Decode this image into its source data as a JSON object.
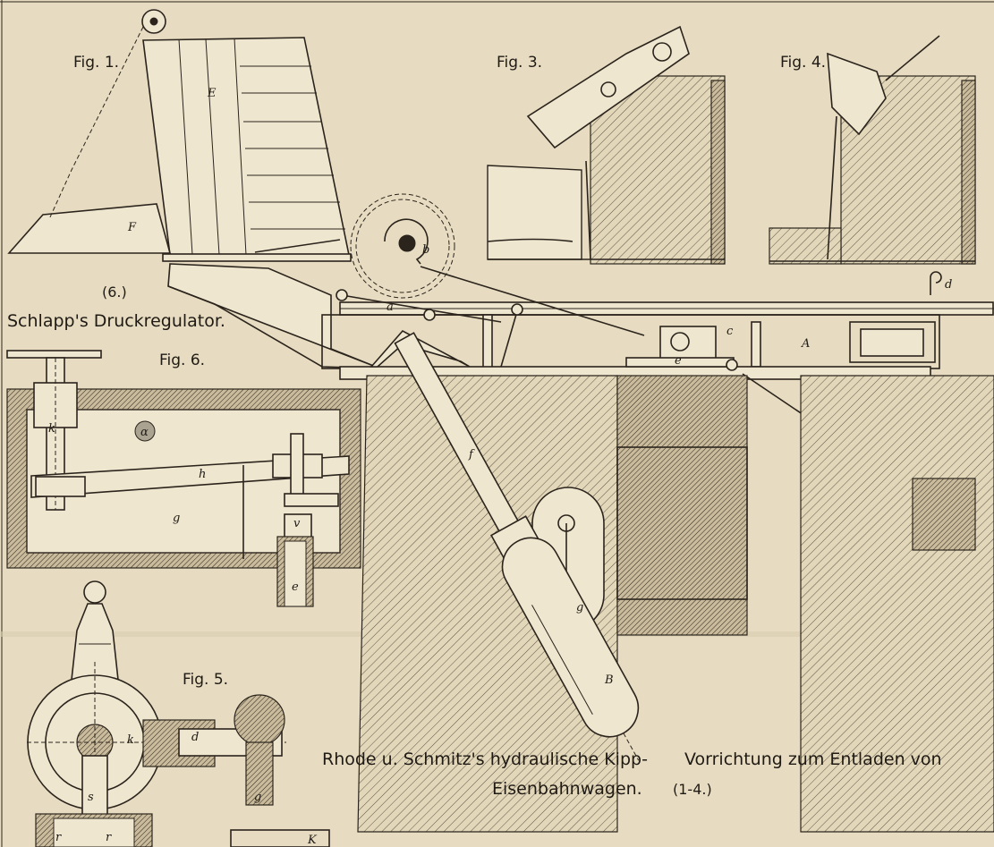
{
  "plate": {
    "titles": {
      "druckregulator": "Schlapp's Druckregulator.",
      "kipp_line1_left": "Rhode u. Schmitz's hydraulische Kipp-",
      "kipp_line1_right": "Vorrichtung zum Entladen von",
      "kipp_line2": "Eisenbahnwagen."
    },
    "references": {
      "fig6_ref": "(6.)",
      "fig1_4_ref": "(1-4.)"
    },
    "figures": {
      "fig1": "Fig. 1.",
      "fig3": "Fig. 3.",
      "fig4": "Fig. 4.",
      "fig5": "Fig. 5.",
      "fig6": "Fig. 6."
    },
    "letters": {
      "E": "E",
      "F": "F",
      "b": "b",
      "a": "a",
      "c": "c",
      "d": "d",
      "A": "A",
      "e": "e",
      "f": "f",
      "g": "g",
      "B": "B",
      "k6": "k",
      "alpha": "α",
      "h6": "h",
      "g6": "g",
      "v6": "v",
      "e6": "e",
      "k5": "k",
      "d5": "d",
      "s5": "s",
      "g5": "g",
      "r5a": "r",
      "r5b": "r",
      "K5": "K"
    }
  }
}
